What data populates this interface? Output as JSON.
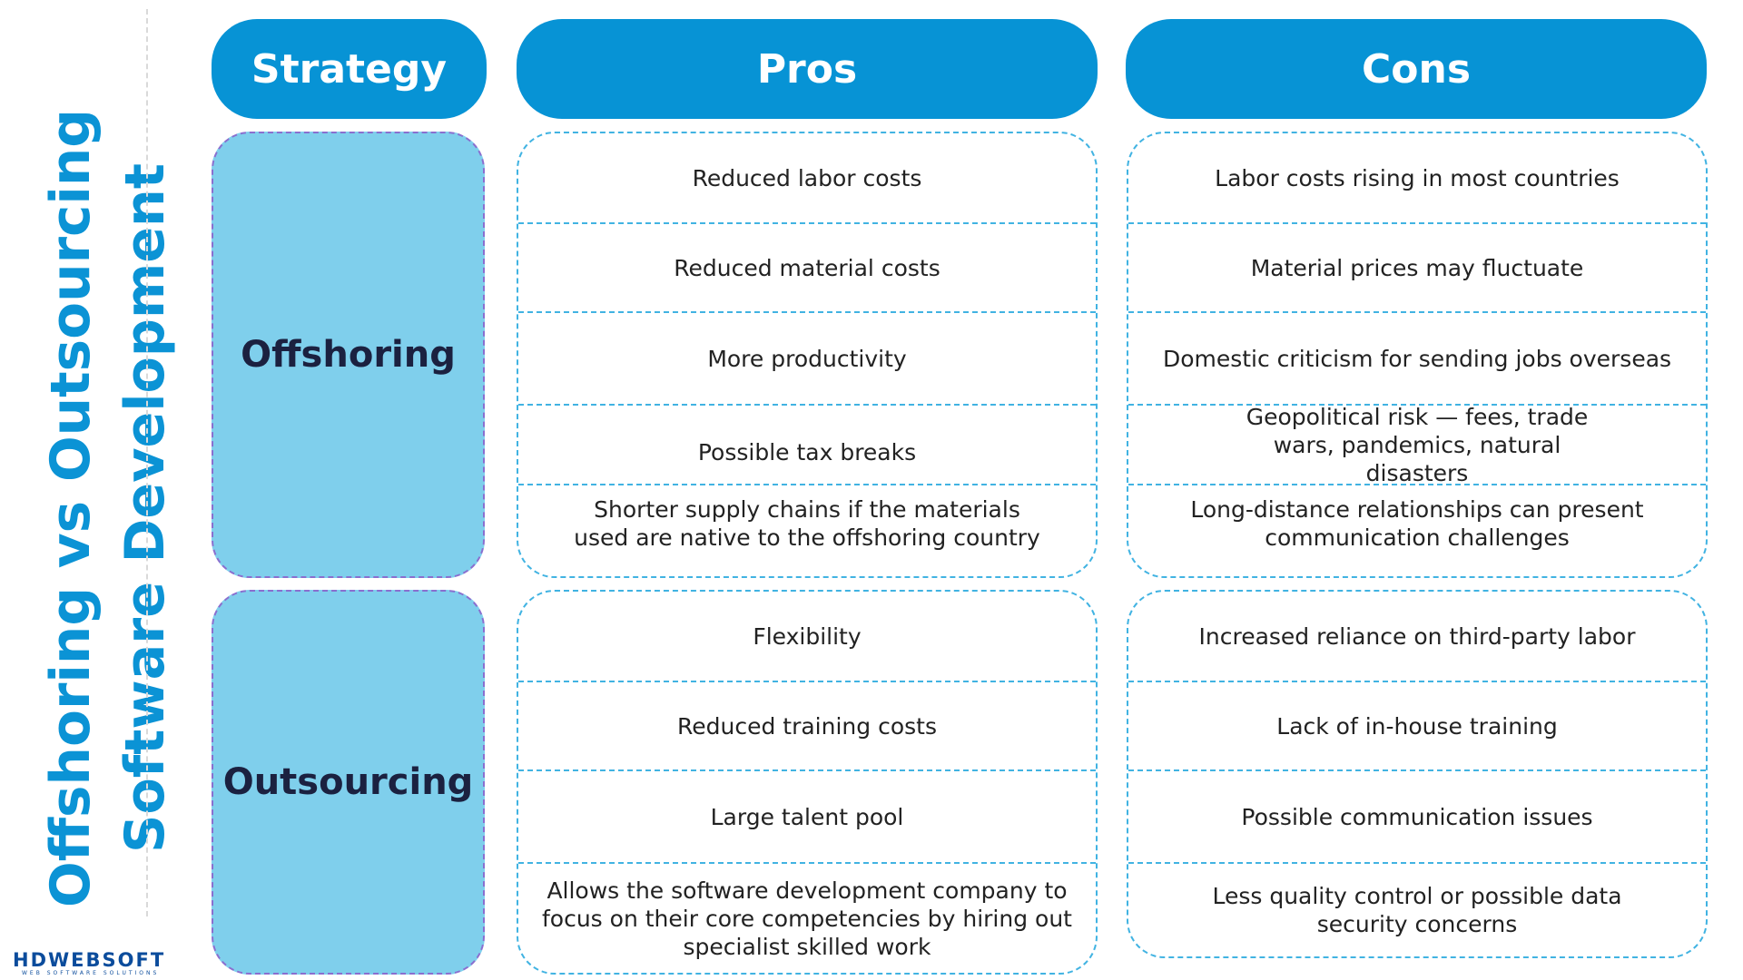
{
  "title": {
    "line1": "Offshoring vs Outsourcing",
    "line2": "Software Development"
  },
  "logo": {
    "name": "HDWEBSOFT",
    "tagline": "WEB SOFTWARE SOLUTIONS"
  },
  "headers": {
    "strategy": "Strategy",
    "pros": "Pros",
    "cons": "Cons"
  },
  "strategies": {
    "offshoring": {
      "label": "Offshoring",
      "pros": [
        "Reduced labor costs",
        "Reduced material costs",
        "More productivity",
        "Possible tax breaks",
        "Shorter supply chains if the materials used are native to the offshoring country"
      ],
      "cons": [
        "Labor costs rising in most countries",
        "Material prices may fluctuate",
        "Domestic criticism for sending jobs overseas",
        "Geopolitical risk — fees, trade wars, pandemics, natural disasters",
        "Long-distance relationships can present communication challenges"
      ]
    },
    "outsourcing": {
      "label": "Outsourcing",
      "pros": [
        "Flexibility",
        "Reduced training costs",
        "Large talent pool",
        "Allows the software development company to focus on their core competencies by hiring out specialist skilled work"
      ],
      "cons": [
        "Increased reliance on third-party labor",
        "Lack of in-house training",
        "Possible communication issues",
        "Less quality control or possible data security concerns"
      ]
    }
  },
  "colors": {
    "brand_blue": "#0793d5",
    "light_blue": "#7fcfec",
    "dashed_border": "#41b3e2",
    "dark_text": "#1b2140"
  }
}
